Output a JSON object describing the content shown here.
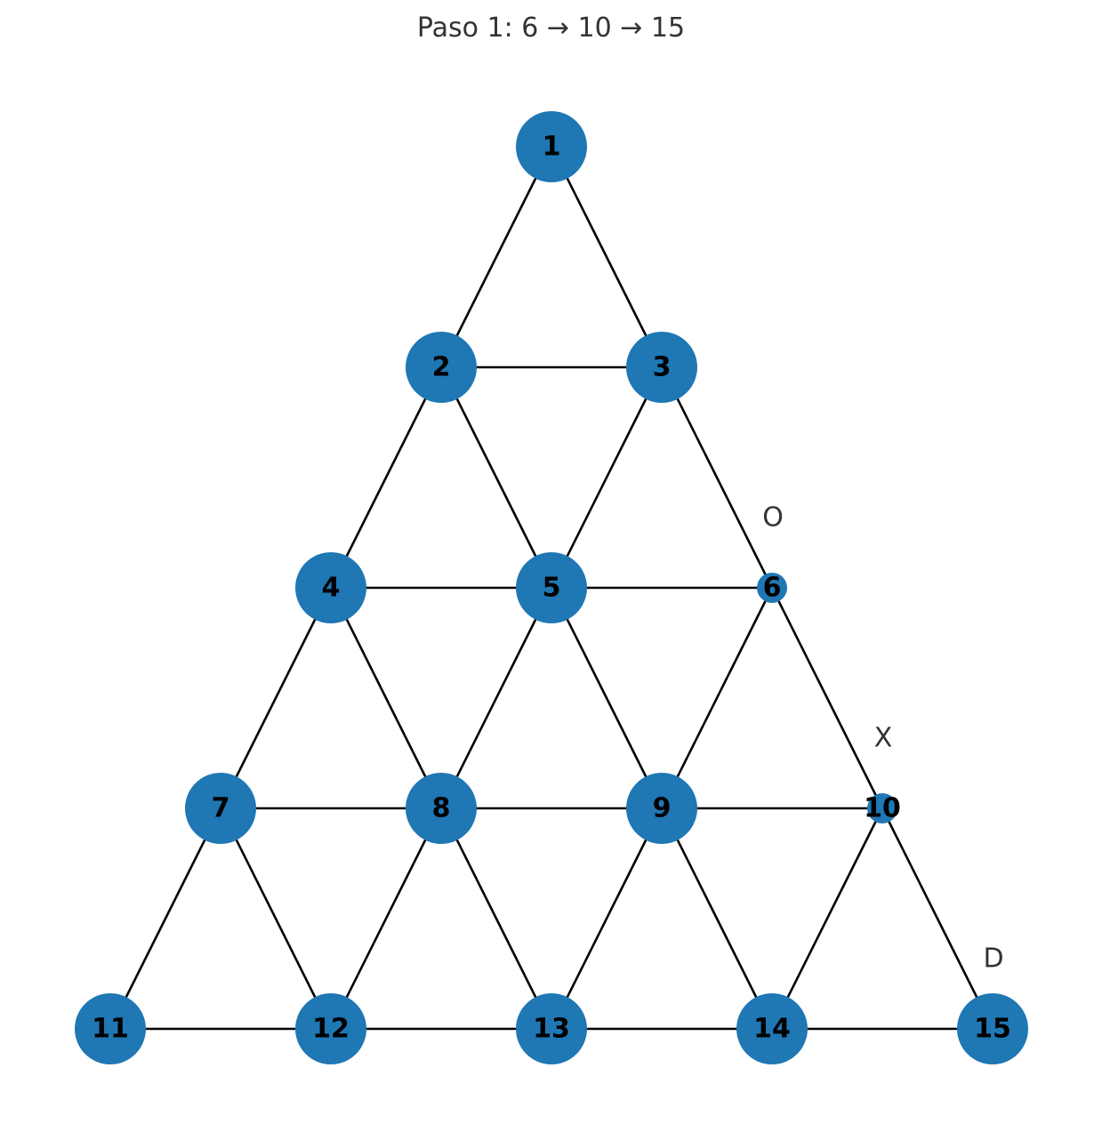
{
  "title": "Paso 1: 6 → 10 → 15",
  "colors": {
    "node_fill": "#1f77b4",
    "edge": "#000000",
    "label": "#000000",
    "marker_label": "#333333"
  },
  "board": {
    "rows": [
      [
        "1"
      ],
      [
        "2",
        "3"
      ],
      [
        "4",
        "5",
        "6"
      ],
      [
        "7",
        "8",
        "9",
        "10"
      ],
      [
        "11",
        "12",
        "13",
        "14",
        "15"
      ]
    ],
    "empty_pegs": [
      "6",
      "10"
    ],
    "markers": [
      {
        "text": "O",
        "node": "6"
      },
      {
        "text": "X",
        "node": "10"
      },
      {
        "text": "D",
        "node": "15"
      }
    ]
  },
  "move": {
    "origin": "6",
    "jumped": "10",
    "destination": "15"
  }
}
